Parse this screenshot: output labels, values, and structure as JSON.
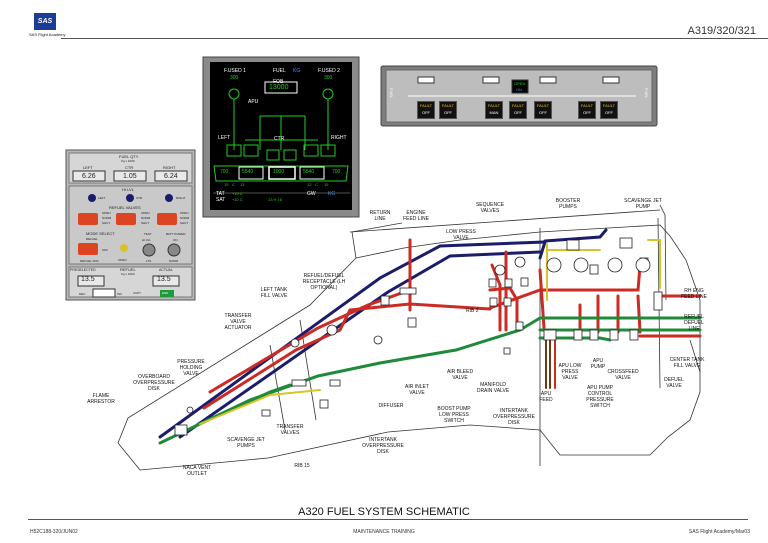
{
  "header": {
    "logo_text": "SAS",
    "academy": "SAS Flight Academy",
    "aircraft": "A319/320/321"
  },
  "ecam": {
    "fused1": "F.USED 1",
    "fuel": "FUEL",
    "kg": "KG",
    "fused2": "F.USED 2",
    "fused1_val": "300",
    "fused2_val": "300",
    "fob_label": "FOB",
    "fob_val": "13000",
    "apu": "APU",
    "left": "LEFT",
    "ctr": "CTR",
    "right": "RIGHT",
    "tanks": [
      "700",
      "5540",
      "1000",
      "5540",
      "700"
    ],
    "temps": [
      "15",
      "C",
      "13",
      "12",
      "C",
      "15"
    ],
    "tat": "TAT",
    "sat": "SAT",
    "tat_val": "+15 C",
    "sat_val": "+10 C",
    "time": "13 H 16",
    "gw": "GW",
    "gw_val": "KG"
  },
  "overhead": {
    "left_side": "FUEL",
    "right_side": "FUEL",
    "buttons": [
      {
        "top": "FAULT",
        "bottom": "OFF"
      },
      {
        "top": "FAULT",
        "bottom": "OFF"
      },
      {
        "top": "FAULT",
        "bottom": "MAN"
      },
      {
        "top": "FAULT",
        "bottom": "OFF"
      },
      {
        "top": "FAULT",
        "bottom": "OFF"
      },
      {
        "top": "FAULT",
        "bottom": "OFF"
      },
      {
        "top": "FAULT",
        "bottom": "OFF"
      }
    ],
    "xfeed_top": "OPEN",
    "xfeed_bottom": "ON"
  },
  "refuel_panel": {
    "fuel_qty": "FUEL QTY",
    "fuel_qty_unit": "Kg x 1000",
    "left": "LEFT",
    "ctr": "CTR",
    "right": "RIGHT",
    "left_val": "6.26",
    "ctr_val": "1.05",
    "right_val": "6.24",
    "hi_lvl": "HI LVL",
    "refuel_valves": "REFUEL VALVES",
    "open": "OPEN",
    "norm": "NORM",
    "shut": "SHUT",
    "mode_select": "MODE SELECT",
    "refuel": "REFUEL",
    "off": "OFF",
    "defuel_xfr": "DEFUEL XFR",
    "test": "TEST",
    "hi_lvl2": "HI LVL",
    "lts": "LTS",
    "batt_power": "BATT POWER",
    "on": "ON",
    "norm2": "NORM",
    "open2": "OPEN",
    "preselected": "PRESELECTED",
    "refuel2": "REFUEL",
    "kg1000": "Kg x 1000",
    "actual": "ACTUAL",
    "presel_val": "13.5",
    "actual_val": "13.5",
    "dec": "DEC",
    "inc": "INC",
    "cKPT": "CKPT",
    "end": "END"
  },
  "labels": {
    "return_line": "RETURN LINE",
    "engine_feed_line": "ENGINE FEED LINE",
    "low_press_valve": "LOW PRESS VALVE",
    "sequence_valves": "SEQUENCE VALVES",
    "booster_pumps": "BOOSTER PUMPS",
    "scavenge_jet_pump": "SCAVENGE JET PUMP",
    "rh_eng_feed_line": "RH ENG FEED LINE",
    "refuel_defuel_line": "REFUEL DEFUEL LINE",
    "refuel_receptacle": "REFUEL/DEFUEL RECEPTACLE (LH OPTIONAL)",
    "left_tank_fill_valve": "LEFT TANK FILL VALVE",
    "transfer_valve_actuator": "TRANSFER VALVE ACTUATOR",
    "pressure_holding_valve": "PRESSURE HOLDING VALVE",
    "overboard_overpressure_disk": "OVERBOARD OVERPRESSURE DISK",
    "flame_arrestor": "FLAME ARRESTOR",
    "naca_vent_outlet": "NACA VENT OUTLET",
    "scavenge_jet_pumps": "SCAVENGE JET PUMPS",
    "transfer_valves": "TRANSFER VALVES",
    "rib15": "RIB 15",
    "intertank_overpressure_disk": "INTERTANK OVERPRESSURE DISK",
    "diffuser": "DIFFUSER",
    "air_inlet_valve": "AIR INLET VALVE",
    "air_bleed_valve": "AIR BLEED VALVE",
    "manifold_drain_valve": "MANIFOLD DRAIN VALVE",
    "boost_pump_low_press_switch": "BOOST PUMP LOW PRESS SWITCH",
    "intertank_overpressure_disk2": "INTERTANK OVERPRESSURE DISK",
    "apu_feed": "APU FEED",
    "apu_low_press_valve": "APU LOW PRESS VALVE",
    "apu_pump": "APU PUMP",
    "apu_pump_control": "APU PUMP CONTROL PRESSURE SWITCH",
    "crossfeed_valve": "CROSSFEED VALVE",
    "center_tank_fill_valve": "CENTER TANK FILL VALVE",
    "defuel_valve": "DEFUEL VALVE",
    "rib2": "RIB 2"
  },
  "title": "A320 FUEL SYSTEM SCHEMATIC",
  "footer": {
    "left": "H52C188-320/JUN02",
    "center": "MAINTENANCE TRAINING",
    "right": "SAS Flight Academy/Mar03"
  }
}
